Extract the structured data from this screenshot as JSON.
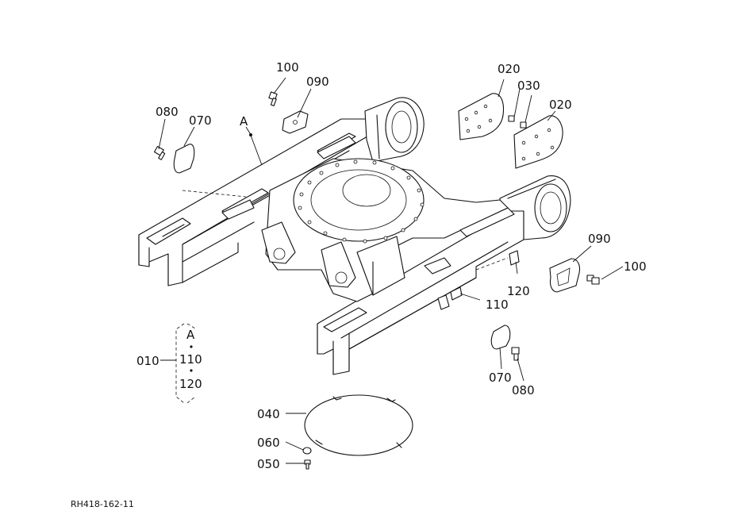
{
  "diagram": {
    "reference_code": "RH418-162-11",
    "parts": {
      "p010": "010",
      "p020a": "020",
      "p020b": "020",
      "p030": "030",
      "p040": "040",
      "p050": "050",
      "p060": "060",
      "p070a": "070",
      "p070b": "070",
      "p080a": "080",
      "p080b": "080",
      "p090a": "090",
      "p090b": "090",
      "p100a": "100",
      "p100b": "100",
      "p110": "110",
      "p120": "120",
      "ref_a": "A"
    },
    "kit_box": {
      "item1": "A",
      "item2": "110",
      "item3": "120"
    }
  }
}
